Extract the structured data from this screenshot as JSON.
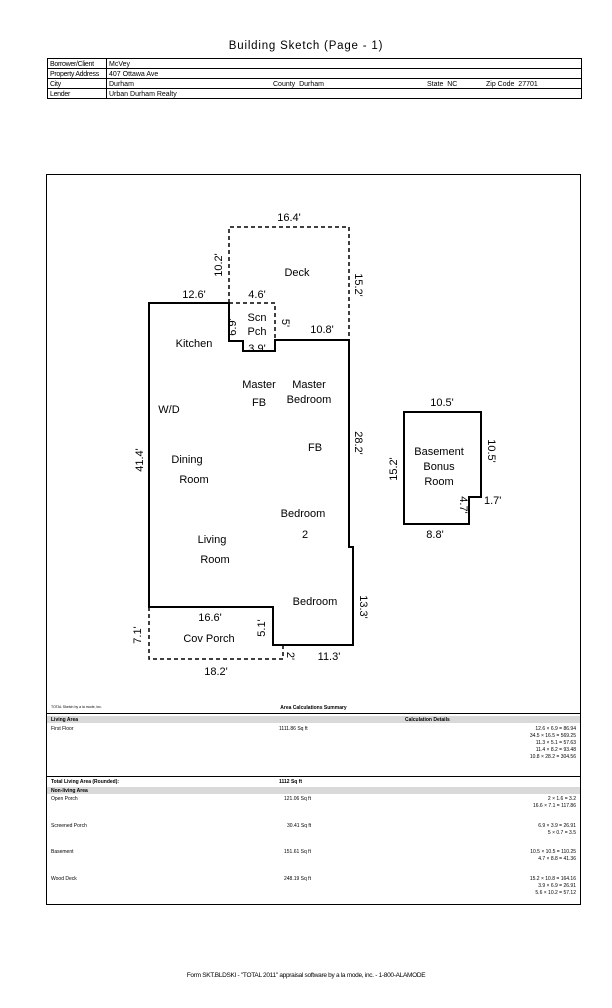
{
  "title": "Building Sketch (Page - 1)",
  "header": {
    "borrower_label": "Borrower/Client",
    "borrower": "McVey",
    "address_label": "Property Address",
    "address": "407 Ottawa Ave",
    "city_label": "City",
    "city": "Durham",
    "county_label": "County",
    "county": "Durham",
    "state_label": "State",
    "state": "NC",
    "zip_label": "Zip Code",
    "zip": "27701",
    "lender_label": "Lender",
    "lender": "Urban Durham Realty"
  },
  "sketch": {
    "deck": {
      "label": "Deck",
      "top": "16.4'",
      "left": "10.2'",
      "right": "15.2'",
      "lower": "10.8'"
    },
    "kitchen": {
      "label": "Kitchen",
      "top": "12.6'"
    },
    "porch_top": "4.6'",
    "screened": {
      "label1": "Scn",
      "label2": "Pch",
      "left": "6.9'",
      "right": "5'",
      "bottom": "3.9'"
    },
    "rooms": {
      "master_fb1": "Master",
      "master_fb2": "FB",
      "master_bed1": "Master",
      "master_bed2": "Bedroom",
      "wd": "W/D",
      "fb": "FB",
      "dining1": "Dining",
      "dining2": "Room",
      "bed2_1": "Bedroom",
      "bed2_2": "2",
      "living1": "Living",
      "living2": "Room",
      "bedroom": "Bedroom"
    },
    "dims": {
      "left": "41.4'",
      "right": "28.2'",
      "right_lower": "13.3'",
      "bottom_small": "2'",
      "bottom_right": "11.3'"
    },
    "cov_porch": {
      "label": "Cov Porch",
      "top": "16.6'",
      "left": "7.1'",
      "right": "5.1'",
      "bottom": "18.2'"
    },
    "basement": {
      "label1": "Basement",
      "label2": "Bonus",
      "label3": "Room",
      "top": "10.5'",
      "left": "15.2'",
      "right": "10.5'",
      "notch_v": "4.7'",
      "notch_h": "1.7'",
      "bottom": "8.8'"
    }
  },
  "area": {
    "credit": "TOTAL Sketch by a la mode, inc.",
    "title": "Area Calculations Summary",
    "living_label": "Living Area",
    "calc_label": "Calculation Details",
    "first_floor": {
      "name": "First Floor",
      "value": "1111.86 Sq ft",
      "calcs": [
        "12.6 × 6.9   =   86.94",
        "34.5 × 16.5  =  569.25",
        "11.3 × 5.1   =   57.63",
        "11.4 × 8.2   =   93.48",
        "10.8 × 28.2  =  304.56"
      ]
    },
    "total_label": "Total Living Area (Rounded):",
    "total_value": "1112 Sq ft",
    "nonliving_label": "Non-living Area",
    "items": [
      {
        "name": "Open Porch",
        "value": "121.06 Sq ft",
        "calcs": [
          "2 × 1.6   =   3.2",
          "16.6 × 7.1   =  117.86"
        ]
      },
      {
        "name": "Screened Porch",
        "value": "30.41 Sq ft",
        "calcs": [
          "6.9 × 3.9   =   26.91",
          "5 × 0.7   =   3.5"
        ]
      },
      {
        "name": "Basement",
        "value": "151.61 Sq ft",
        "calcs": [
          "10.5 × 10.5  =  110.25",
          "4.7 × 8.8   =   41.36"
        ]
      },
      {
        "name": "Wood Deck",
        "value": "248.19 Sq ft",
        "calcs": [
          "15.2 × 10.8  =  164.16",
          "3.9 × 6.9   =   26.91",
          "5.6 × 10.2   =   57.12"
        ]
      }
    ]
  },
  "footer": "Form SKT.BLDSKI - \"TOTAL 2011\" appraisal software by a la mode, inc. - 1-800-ALAMODE"
}
